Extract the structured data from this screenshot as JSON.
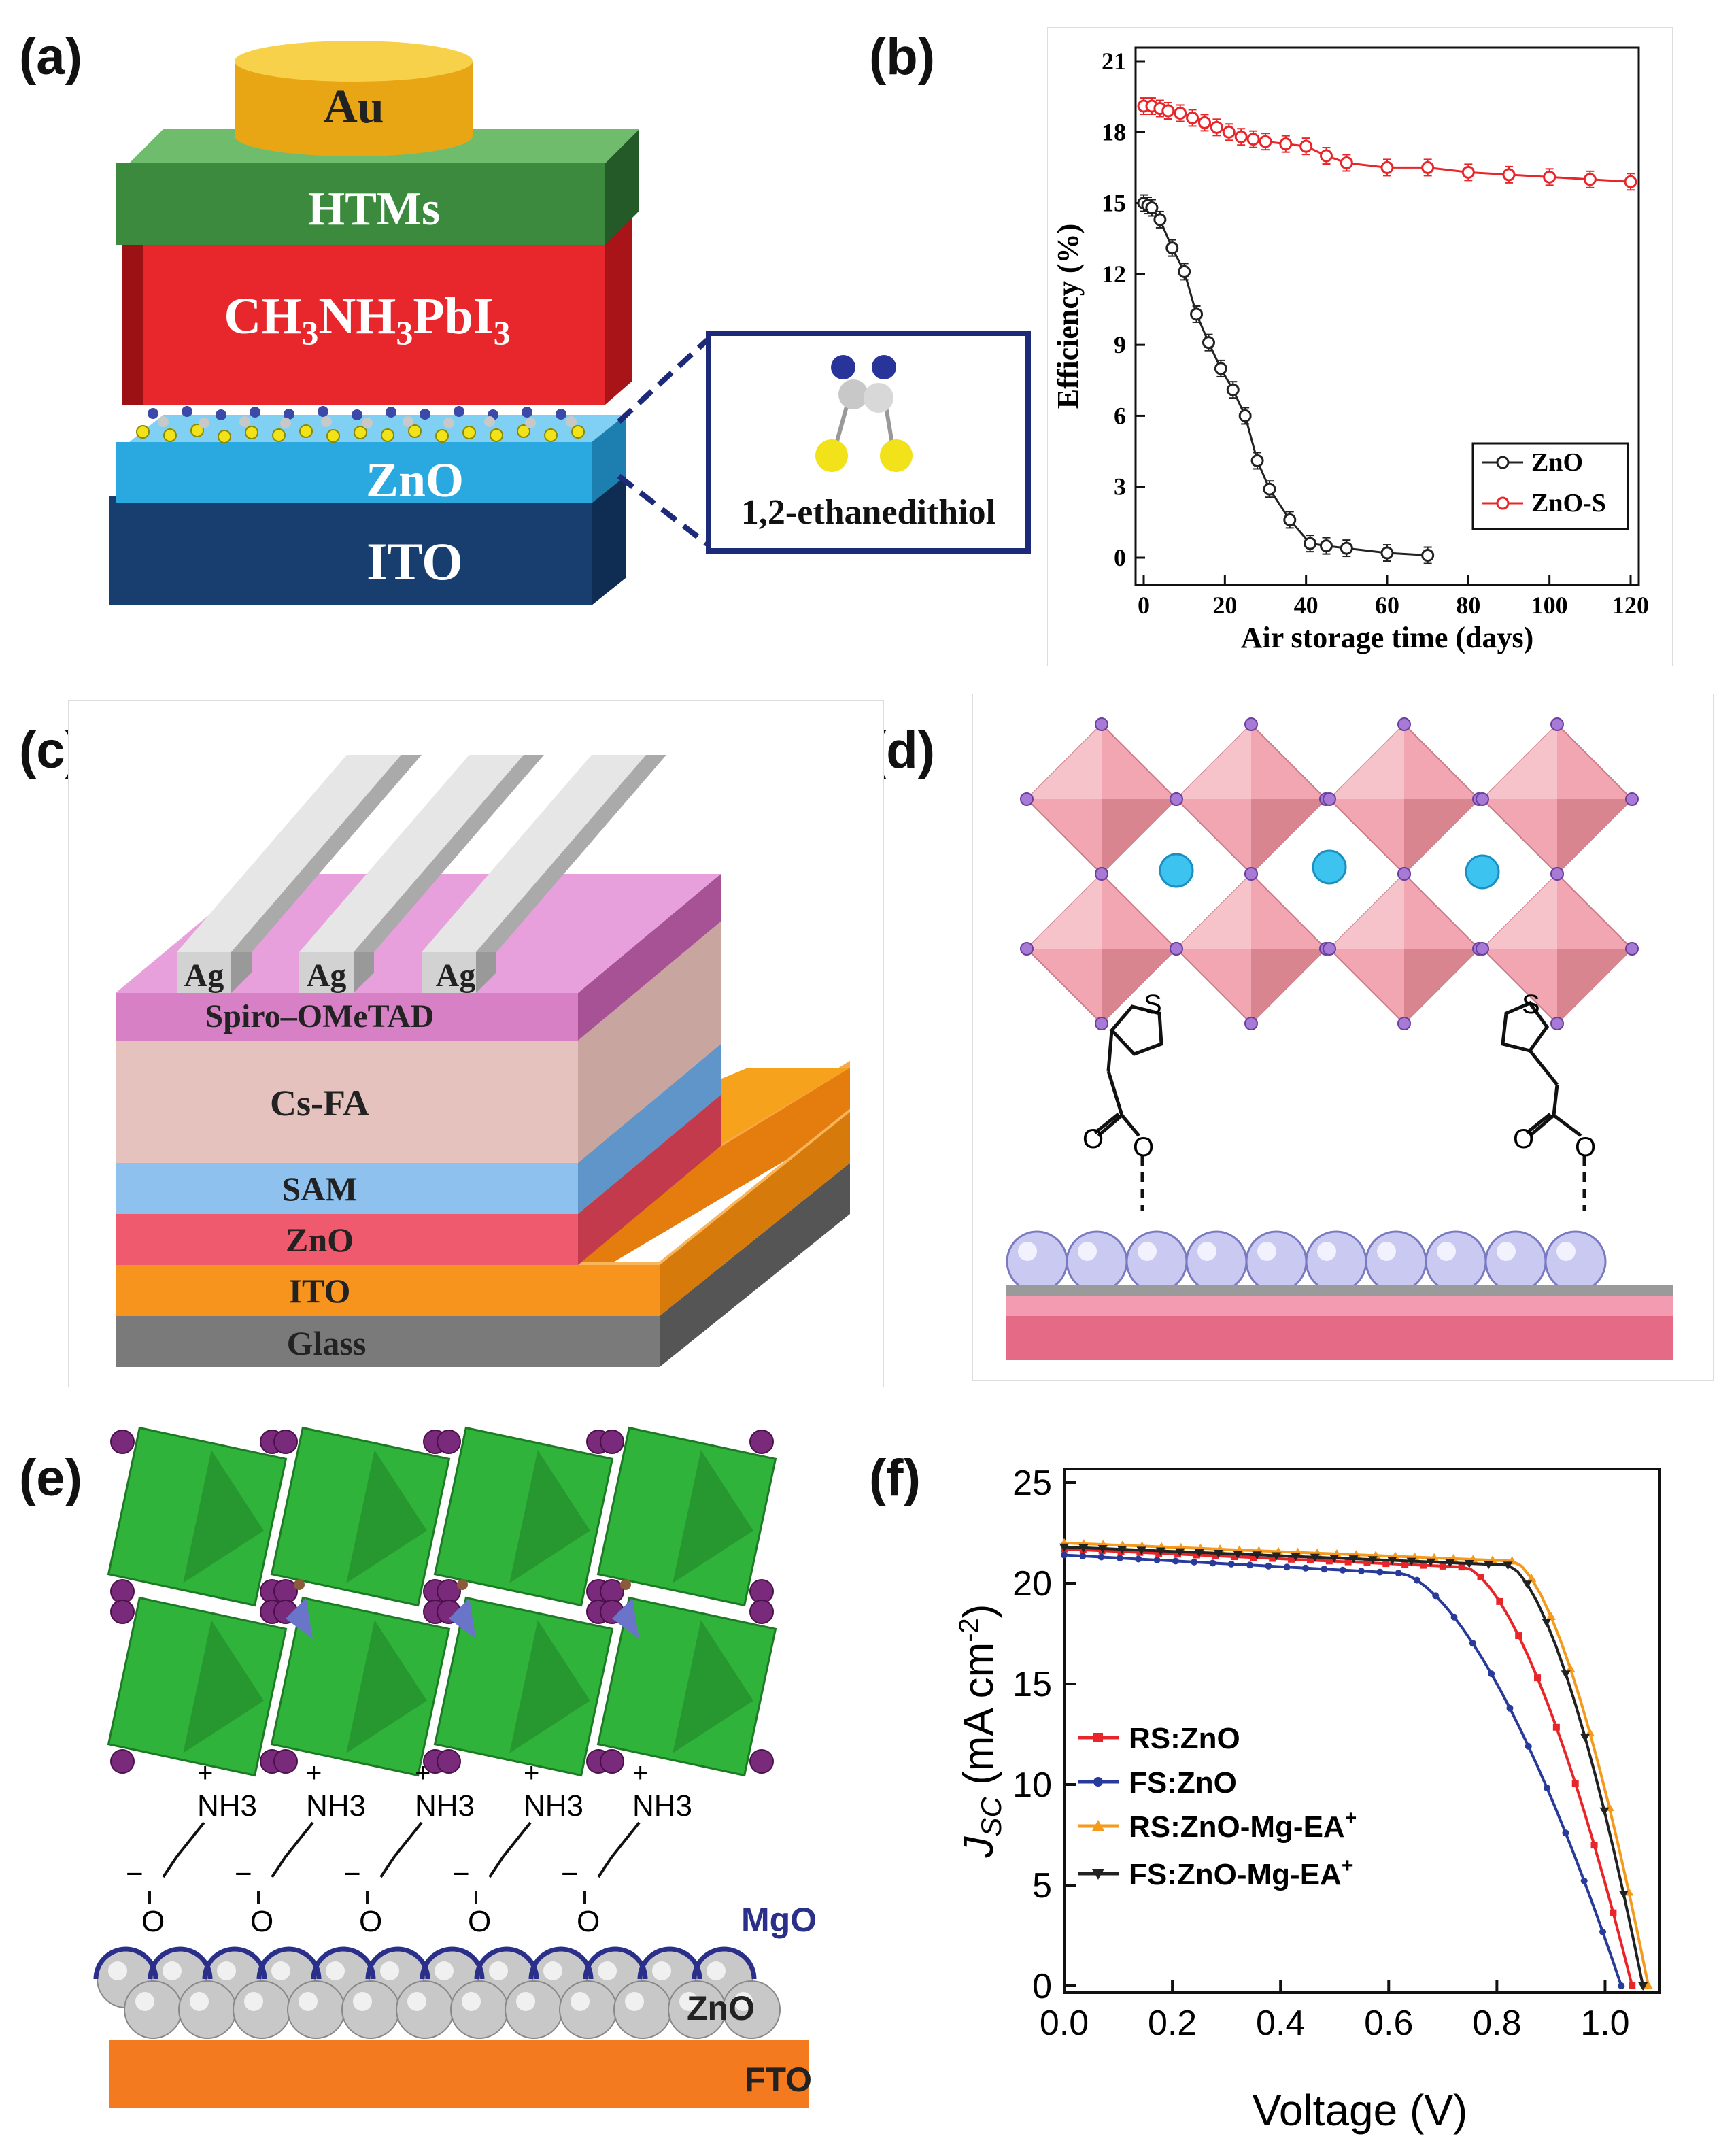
{
  "panels": {
    "a": {
      "letter": "(a)",
      "layers": [
        "Au",
        "HTMs",
        "CH3NH3PbI3",
        "ZnO",
        "ITO"
      ],
      "molecule": "1,2-ethanedithiol"
    },
    "b": {
      "letter": "(b)"
    },
    "c": {
      "letter": "(c)",
      "electrodes": [
        "Ag",
        "Ag",
        "Ag"
      ],
      "layers": [
        "Spiro–OMeTAD",
        "Cs-FA",
        "SAM",
        "ZnO",
        "ITO",
        "Glass"
      ]
    },
    "d": {
      "letter": "(d)",
      "atom_label": "S"
    },
    "e": {
      "letter": "(e)",
      "plus": "+",
      "minus": "−",
      "amine": "NH3",
      "oxygen": "O",
      "layers": [
        "MgO",
        "ZnO",
        "FTO"
      ]
    },
    "f": {
      "letter": "(f)"
    }
  },
  "colors": {
    "red_series": "#e8262a",
    "black_series": "#222222",
    "blue_series": "#283a9a",
    "orange_series": "#f59a1a",
    "htm_green": "#3b8a3e",
    "perovskite_red": "#e7272b",
    "zno_blue": "#2aa8e0",
    "ito_navy": "#173e6e",
    "au_gold": "#e9a614",
    "spiro_pink": "#d880c6",
    "sam_blue": "#8fc1ee",
    "zno_pink": "#f05a6e",
    "ito_orange": "#f7941d",
    "glass_gray": "#7a7a7a",
    "octa_pink": "#f2a6b1",
    "octa_green": "#2fb33a",
    "fto_orange": "#f47a20"
  },
  "chart_data": [
    {
      "type": "line",
      "xlabel": "Air storage time (days)",
      "ylabel": "Efficiency (%)",
      "xlim": [
        0,
        120
      ],
      "ylim": [
        0,
        21
      ],
      "xticks": [
        0,
        20,
        40,
        60,
        80,
        100,
        120
      ],
      "yticks": [
        0,
        3,
        6,
        9,
        12,
        15,
        18,
        21
      ],
      "grid": false,
      "legend_position": "bottom-right",
      "error_bars": true,
      "series": [
        {
          "name": "ZnO",
          "color": "#222222",
          "x": [
            0,
            1,
            2,
            4,
            7,
            10,
            13,
            16,
            19,
            22,
            25,
            28,
            31,
            36,
            41,
            45,
            50,
            60,
            70
          ],
          "y": [
            15.0,
            14.9,
            14.8,
            14.3,
            13.1,
            12.1,
            10.3,
            9.1,
            8.0,
            7.1,
            6.0,
            4.1,
            2.9,
            1.6,
            0.6,
            0.5,
            0.4,
            0.2,
            0.1
          ]
        },
        {
          "name": "ZnO-S",
          "color": "#e8262a",
          "x": [
            0,
            2,
            4,
            6,
            9,
            12,
            15,
            18,
            21,
            24,
            27,
            30,
            35,
            40,
            45,
            50,
            60,
            70,
            80,
            90,
            100,
            110,
            120
          ],
          "y": [
            19.1,
            19.1,
            19.0,
            18.9,
            18.8,
            18.6,
            18.4,
            18.2,
            18.0,
            17.8,
            17.7,
            17.6,
            17.5,
            17.4,
            17.0,
            16.7,
            16.5,
            16.5,
            16.3,
            16.2,
            16.1,
            16.0,
            15.9
          ]
        }
      ]
    },
    {
      "type": "line",
      "xlabel": "Voltage (V)",
      "ylabel": "J_SC (mA cm^-2)",
      "xlim": [
        0.0,
        1.1
      ],
      "ylim": [
        0,
        25
      ],
      "xticks": [
        0.0,
        0.2,
        0.4,
        0.6,
        0.8,
        1.0
      ],
      "yticks": [
        0,
        5,
        10,
        15,
        20,
        25
      ],
      "grid": false,
      "legend_position": "center-left",
      "series": [
        {
          "name": "RS:ZnO",
          "color": "#e8262a",
          "jsc": 21.7,
          "voc": 1.05,
          "knee": 0.74
        },
        {
          "name": "FS:ZnO",
          "color": "#283a9a",
          "jsc": 21.4,
          "voc": 1.03,
          "knee": 0.62
        },
        {
          "name": "RS:ZnO-Mg-EA+",
          "color": "#f59a1a",
          "jsc": 22.0,
          "voc": 1.08,
          "knee": 0.83
        },
        {
          "name": "FS:ZnO-Mg-EA+",
          "color": "#222222",
          "jsc": 21.8,
          "voc": 1.07,
          "knee": 0.82
        }
      ]
    }
  ]
}
